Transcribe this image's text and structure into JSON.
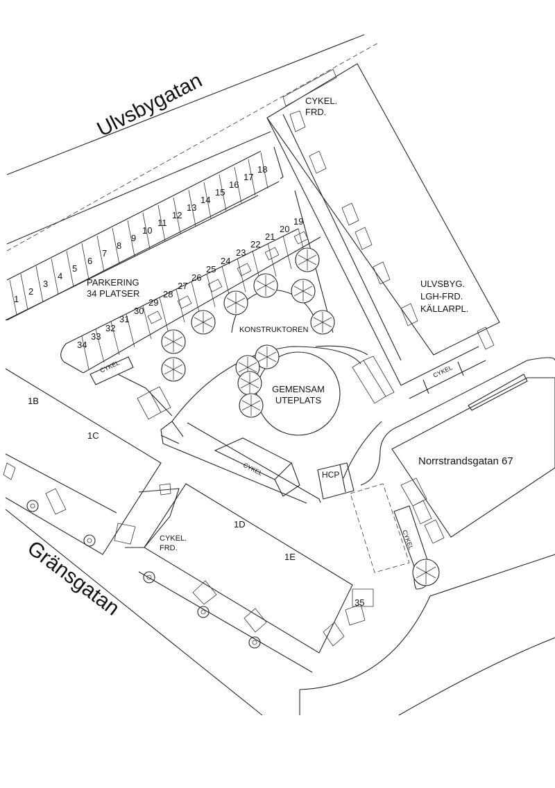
{
  "streets": {
    "ulvsbygatan": "Ulvsbygatan",
    "gransgatan": "Gränsgatan",
    "norrstrandsgatan": "Norrstrandsgatan 67"
  },
  "parking": {
    "title_line1": "PARKERING",
    "title_line2": "34 PLATSER",
    "outer_row": [
      "1",
      "2",
      "3",
      "4",
      "5",
      "6",
      "7",
      "8",
      "9",
      "10",
      "11",
      "12",
      "13",
      "14",
      "15",
      "16",
      "17",
      "18"
    ],
    "inner_row": [
      "19",
      "20",
      "21",
      "22",
      "23",
      "24",
      "25",
      "26",
      "27",
      "28",
      "29",
      "30",
      "31",
      "32",
      "33",
      "34"
    ],
    "extra_spot": "35"
  },
  "labels": {
    "cykel": "CYKEL",
    "cykel_frd_line1": "CYKEL.",
    "cykel_frd_line2": "FRD.",
    "ulvsbyg_line1": "ULVSBYG.",
    "ulvsbyg_line2": "LGH-FRD.",
    "ulvsbyg_line3": "KÄLLARPL.",
    "konstruktoren": "KONSTRUKTOREN",
    "gemensam_line1": "GEMENSAM",
    "gemensam_line2": "UTEPLATS",
    "hcp": "HCP"
  },
  "buildings": {
    "b1b": "1B",
    "b1c": "1C",
    "b1d": "1D",
    "b1e": "1E"
  }
}
